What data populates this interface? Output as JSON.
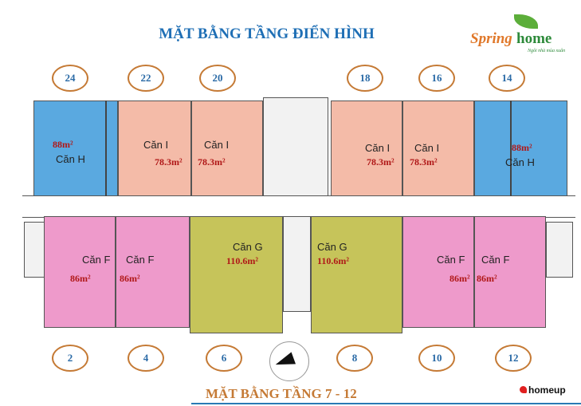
{
  "title": "MẶT BẰNG TẦNG ĐIỂN HÌNH",
  "logo": {
    "brand_a": "Spring",
    "brand_b": "home",
    "tagline": "Ngôi nhà mùa xuân"
  },
  "unit_numbers_top": [
    "24",
    "22",
    "20",
    "18",
    "16",
    "14"
  ],
  "unit_numbers_bottom": [
    "2",
    "4",
    "6",
    "8",
    "10",
    "12"
  ],
  "units": {
    "h_label": "Căn H",
    "h_area": "88m²",
    "i_label": "Căn I",
    "i_area": "78.3m²",
    "f_label": "Căn F",
    "f_area": "86m²",
    "g_label": "Căn G",
    "g_area": "110.6m²"
  },
  "colors": {
    "blue": "#5aa9e0",
    "salmon": "#f4bba8",
    "pink": "#ee9acb",
    "olive": "#c6c45a"
  },
  "subtitle": "MẶT BẰNG TẦNG 7 - 12",
  "watermark": "homeup"
}
